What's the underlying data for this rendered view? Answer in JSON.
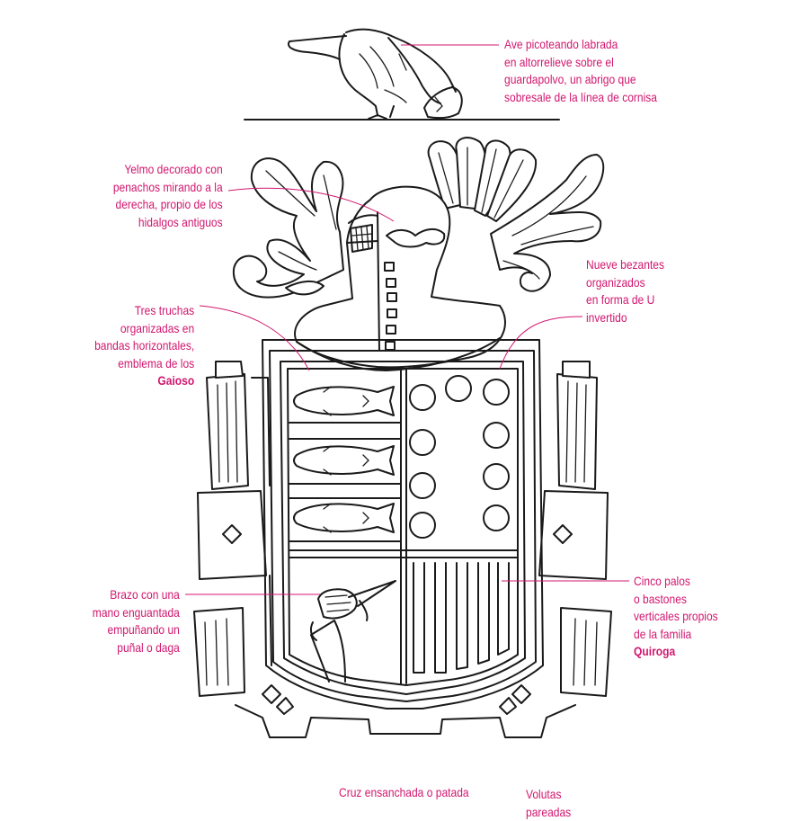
{
  "callouts": {
    "bird": [
      "Ave picoteando labrada",
      "en altorrelieve sobre el",
      "guardapolvo, un abrigo que",
      "sobresale de la línea de cornisa"
    ],
    "helm": [
      "Yelmo decorado con",
      "penachos mirando a la",
      "derecha, propio de los",
      "hidalgos antiguos"
    ],
    "bezants": [
      "Nueve bezantes",
      "organizados",
      "en forma de U",
      "invertido"
    ],
    "trout": {
      "lines": [
        "Tres truchas",
        "organizadas en",
        "bandas horizontales,",
        "emblema de los"
      ],
      "family": "Gaioso"
    },
    "arm": [
      "Brazo con una",
      "mano enguantada",
      "empuñando un",
      "puñal o daga"
    ],
    "palos": {
      "lines": [
        "Cinco palos",
        "o bastones",
        "verticales propios",
        "de la familia"
      ],
      "family": "Quiroga"
    },
    "cruz": "Cruz ensanchada o patada",
    "volutas": [
      "Volutas",
      "pareadas"
    ]
  },
  "colors": {
    "accent": "#d1176f",
    "ink": "#1a1a1a",
    "background": "#ffffff"
  }
}
